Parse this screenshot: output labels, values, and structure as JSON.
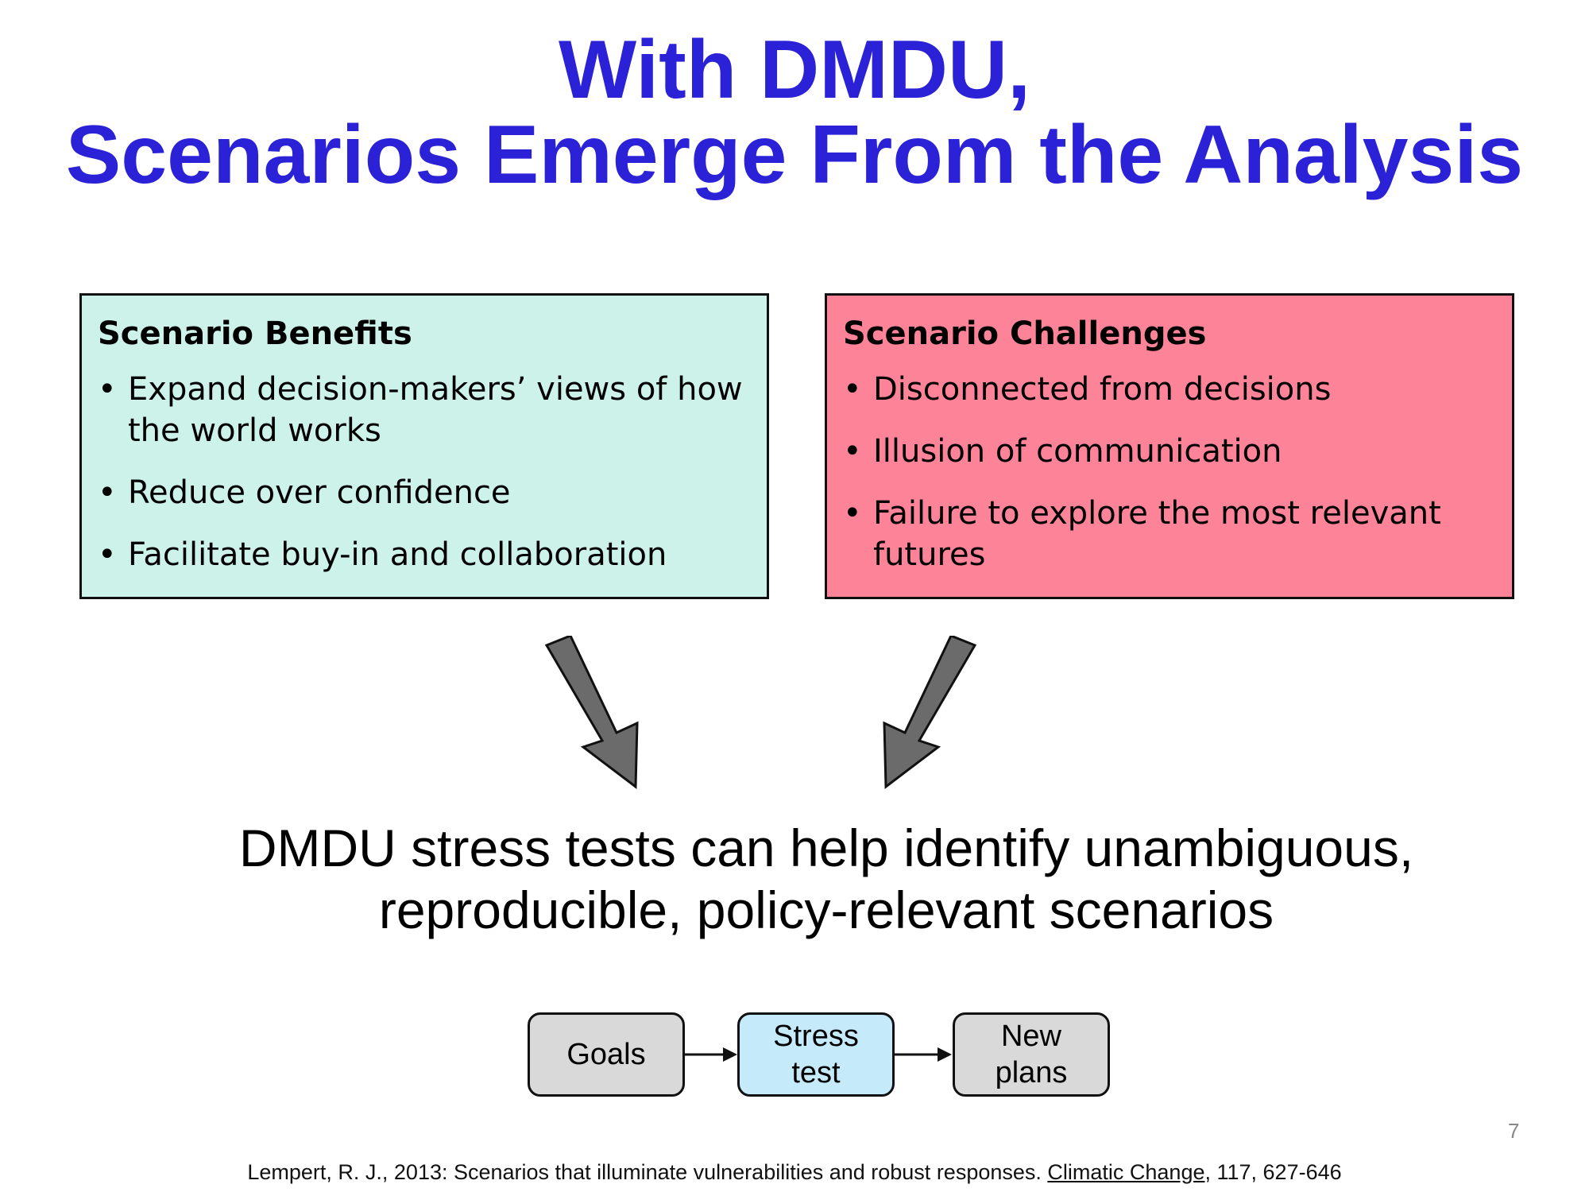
{
  "title": {
    "line1": "With DMDU,",
    "line2": "Scenarios Emerge From the Analysis"
  },
  "benefits": {
    "heading": "Scenario Benefits",
    "items": [
      {
        "line1": "Expand decision-makers’ views of how",
        "line2": "the world works"
      },
      {
        "line1": "Reduce over confidence",
        "line2": ""
      },
      {
        "line1": "Facilitate buy-in and collaboration",
        "line2": ""
      }
    ]
  },
  "challenges": {
    "heading": "Scenario Challenges",
    "items": [
      {
        "line1": "Disconnected from decisions",
        "line2": ""
      },
      {
        "line1": "Illusion of communication",
        "line2": ""
      },
      {
        "line1": "Failure to explore the most relevant",
        "line2": "futures"
      }
    ]
  },
  "conclusion": {
    "line1": "DMDU stress tests can help identify unambiguous,",
    "line2": "reproducible, policy-relevant scenarios"
  },
  "flow": {
    "goals": "Goals",
    "stress_line1": "Stress",
    "stress_line2": "test",
    "plans_line1": "New",
    "plans_line2": "plans"
  },
  "page_number": "7",
  "citation": {
    "prefix": "Lempert, R. J., 2013: Scenarios that illuminate vulnerabilities and robust responses. ",
    "journal": "Climatic Change",
    "suffix": ", 117, 627-646"
  },
  "colors": {
    "title": "#2b22d8",
    "benefits_bg": "#cdf2ea",
    "challenges_bg": "#fc8398",
    "arrow_fill": "#6b6b6b",
    "flow_gray": "#d9d9d9",
    "flow_blue": "#c5ebfb"
  }
}
